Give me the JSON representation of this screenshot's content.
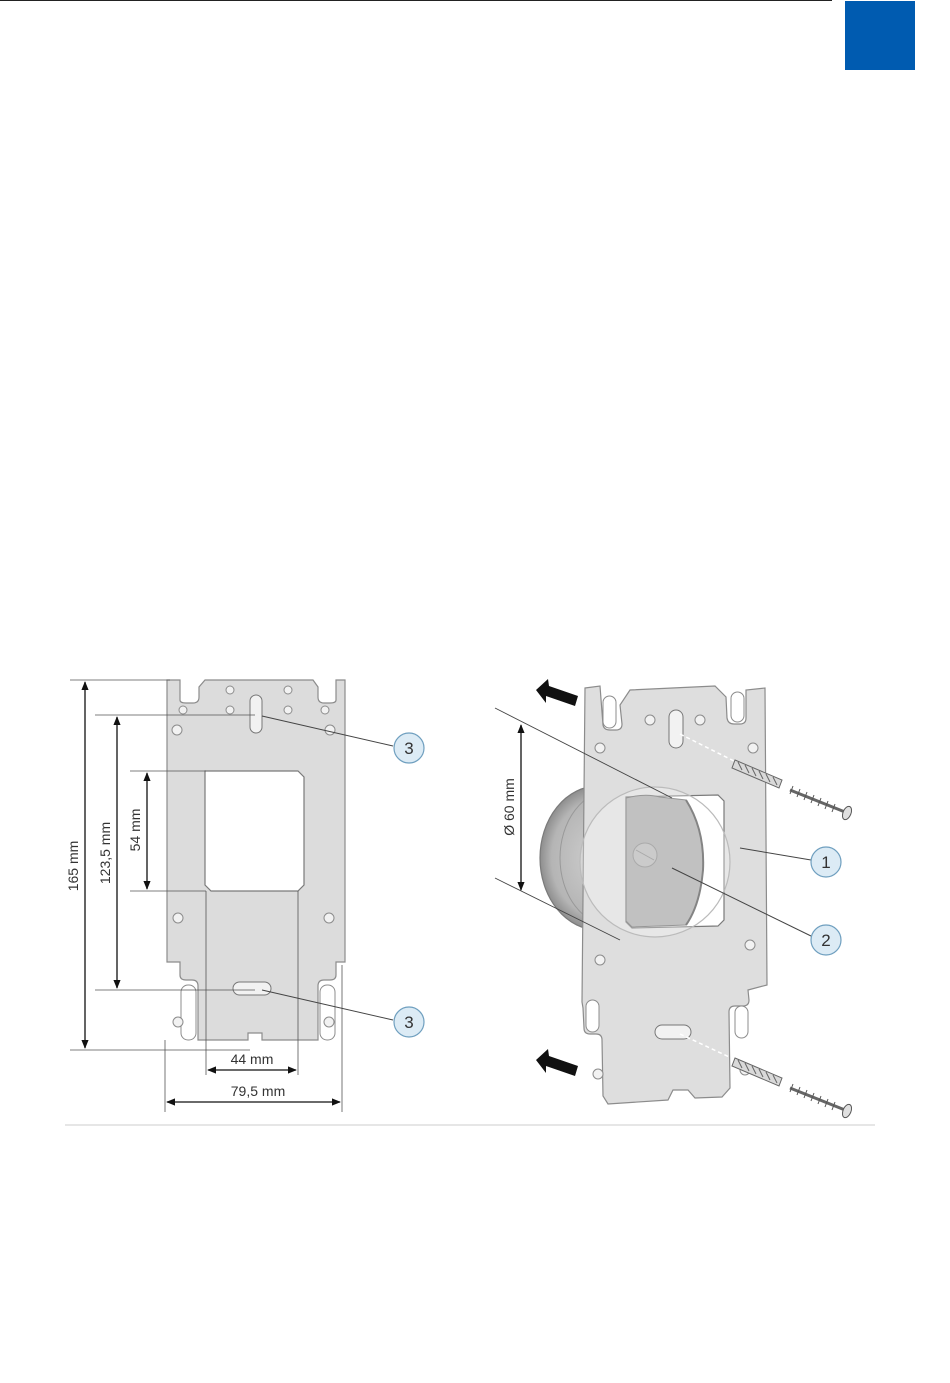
{
  "colors": {
    "accent": "#005bb0",
    "plate": "#dcdcdc",
    "callout_fill": "#dcebf5"
  },
  "left_drawing": {
    "dims": {
      "height_total": "165 mm",
      "hole_spacing": "123,5 mm",
      "opening_height": "54 mm",
      "opening_width": "44 mm",
      "plate_width": "79,5 mm"
    },
    "callouts": [
      "3",
      "3"
    ]
  },
  "right_drawing": {
    "dims": {
      "box_diameter": "Ø 60 mm"
    },
    "callouts": [
      "1",
      "2"
    ]
  }
}
